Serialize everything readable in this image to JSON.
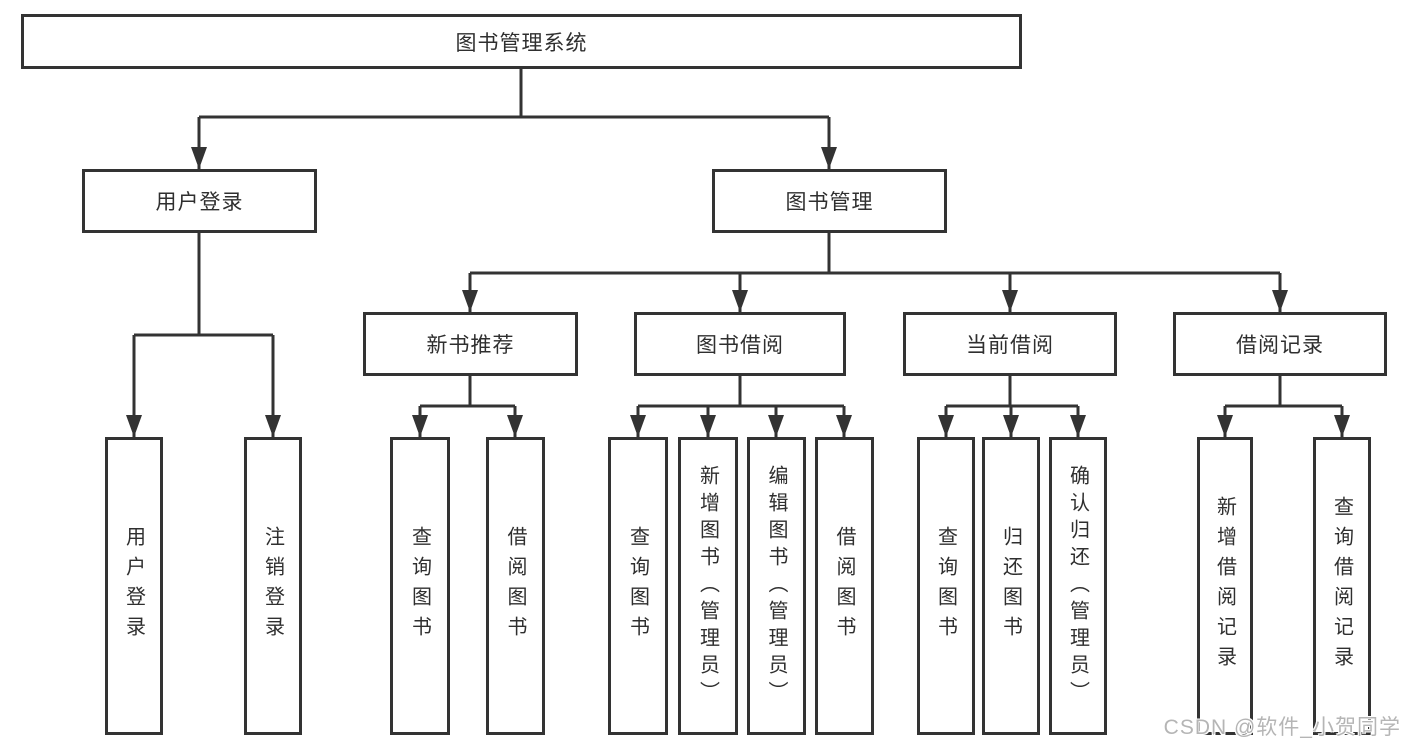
{
  "diagram": {
    "root": {
      "label": "图书管理系统"
    },
    "level2": [
      {
        "label": "用户登录"
      },
      {
        "label": "图书管理"
      }
    ],
    "level3": [
      {
        "label": "新书推荐"
      },
      {
        "label": "图书借阅"
      },
      {
        "label": "当前借阅"
      },
      {
        "label": "借阅记录"
      }
    ],
    "leaves": [
      {
        "parent": "用户登录",
        "label": "用户登录"
      },
      {
        "parent": "用户登录",
        "label": "注销登录"
      },
      {
        "parent": "新书推荐",
        "label": "查询图书"
      },
      {
        "parent": "新书推荐",
        "label": "借阅图书"
      },
      {
        "parent": "图书借阅",
        "label": "查询图书"
      },
      {
        "parent": "图书借阅",
        "label": "新增图书（管理员）"
      },
      {
        "parent": "图书借阅",
        "label": "编辑图书（管理员）"
      },
      {
        "parent": "图书借阅",
        "label": "借阅图书"
      },
      {
        "parent": "当前借阅",
        "label": "查询图书"
      },
      {
        "parent": "当前借阅",
        "label": "归还图书"
      },
      {
        "parent": "当前借阅",
        "label": "确认归还（管理员）"
      },
      {
        "parent": "借阅记录",
        "label": "新增借阅记录"
      },
      {
        "parent": "借阅记录",
        "label": "查询借阅记录"
      }
    ]
  },
  "watermark": {
    "text": "CSDN @软件_小贺同学"
  },
  "colors": {
    "line": "#333333",
    "box_border": "#333333",
    "box_fill": "#ffffff",
    "text": "#2f2f2f",
    "background": "#ffffff",
    "watermark": "#b5b5b5"
  }
}
